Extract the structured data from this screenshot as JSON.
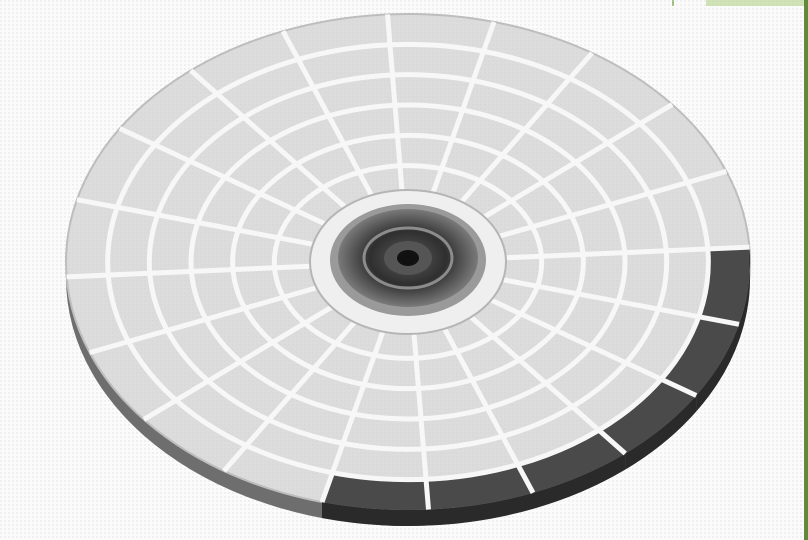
{
  "figure": {
    "subject": "disk-platter",
    "style": "monochrome-halftone",
    "colors": {
      "background": "#fbfbfb",
      "platter_surface": "#dcdcdc",
      "platter_edge": "#6e6e6e",
      "grid_lines": "#f7f7f7",
      "highlighted_sectors": "#4a4a4a",
      "hub_dark": "#2f2f2f",
      "hub_ring": "#9a9a9a",
      "spindle_hole": "#111111",
      "corner_accent": "#cfe3b4",
      "right_border": "#5f8a3a"
    },
    "platter": {
      "track_count": 6,
      "sector_count": 20,
      "highlighted_track": "outermost",
      "highlighted_sectors_count": 6
    }
  }
}
